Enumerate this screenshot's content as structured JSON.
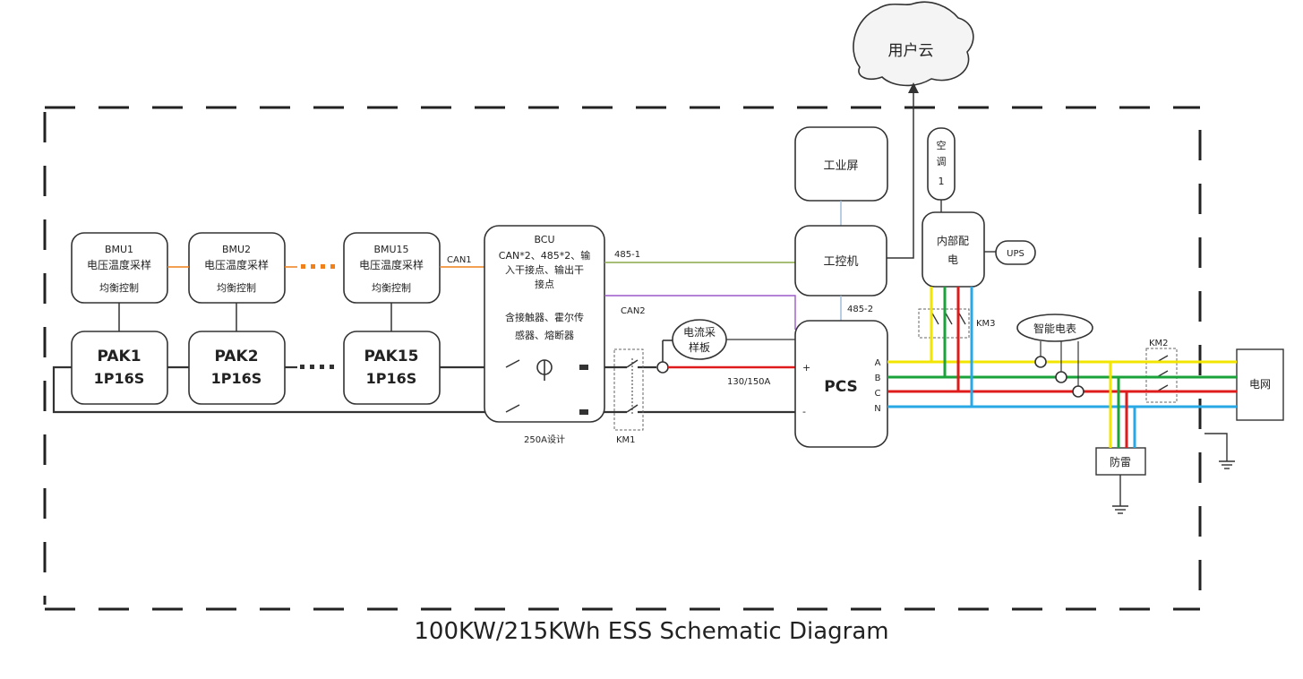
{
  "caption": "100KW/215KWh ESS Schematic Diagram",
  "cloud": {
    "label": "用户云"
  },
  "bmu": [
    {
      "name": "BMU1",
      "line1": "电压温度采样",
      "line2": "均衡控制"
    },
    {
      "name": "BMU2",
      "line1": "电压温度采样",
      "line2": "均衡控制"
    },
    {
      "name": "BMU15",
      "line1": "电压温度采样",
      "line2": "均衡控制"
    }
  ],
  "pak": [
    {
      "name": "PAK1",
      "spec": "1P16S"
    },
    {
      "name": "PAK2",
      "spec": "1P16S"
    },
    {
      "name": "PAK15",
      "spec": "1P16S"
    }
  ],
  "bcu": {
    "title": "BCU",
    "desc_lines": [
      "CAN*2、485*2、输",
      "入干接点、输出干",
      "接点"
    ],
    "contains_lines": [
      "含接触器、霍尔传",
      "感器、熔断器"
    ],
    "rating": "250A设计"
  },
  "links": {
    "can1": "CAN1",
    "can2": "CAN2",
    "rs485_1": "485-1",
    "rs485_2": "485-2",
    "current": "130/150A"
  },
  "current_board": {
    "line1": "电流采",
    "line2": "样板"
  },
  "km": {
    "km1": "KM1",
    "km2": "KM2",
    "km3": "KM3"
  },
  "ipc": {
    "label": "工控机"
  },
  "hmi": {
    "label": "工业屏"
  },
  "pcs": {
    "label": "PCS",
    "plus": "+",
    "minus": "-",
    "phases": [
      "A",
      "B",
      "C",
      "N"
    ]
  },
  "ac": {
    "line1": "空",
    "line2": "调",
    "line3": "1"
  },
  "internal_power": {
    "line1": "内部配",
    "line2": "电"
  },
  "ups": {
    "label": "UPS"
  },
  "meter": {
    "label": "智能电表"
  },
  "grid": {
    "label": "电网"
  },
  "lightning": {
    "label": "防雷"
  },
  "colors": {
    "phase_a": "#f2e600",
    "phase_b": "#1aa33a",
    "phase_c": "#e01b1b",
    "phase_n": "#29a8e6",
    "can_bus": "#f0801a",
    "rs485_1": "#8aa84a",
    "can2": "#9b59c8",
    "rs485_2": "#9ab8d8",
    "dc_positive": "#e01b1b",
    "wire": "#333333"
  }
}
